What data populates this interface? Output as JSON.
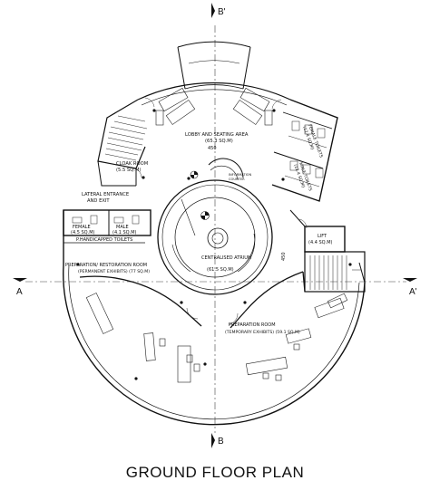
{
  "drawing": {
    "title": "GROUND FLOOR PLAN",
    "section_marks": {
      "top": "B'",
      "bottom": "B",
      "left": "A",
      "right": "A'"
    },
    "dimension_labels": [
      "450",
      "450"
    ],
    "rooms": [
      {
        "id": "lobby",
        "name": "LOBBY AND SEATING AREA",
        "area": "(65.3 SQ.M)"
      },
      {
        "id": "cloak",
        "name": "CLOAK ROOM",
        "area": "(5.5 SQ.M)"
      },
      {
        "id": "female-toilet-right",
        "name": "FEMALE TOILETS",
        "area": "(12.4 SQ.M)"
      },
      {
        "id": "male-toilet-right",
        "name": "MALE TOILETS",
        "area": "(12.4 SQ.M)"
      },
      {
        "id": "information",
        "name": "INFORMATION",
        "area": "COUNTER"
      },
      {
        "id": "lateral",
        "name": "LATERAL ENTRANCE",
        "area": "AND EXIT"
      },
      {
        "id": "female-small",
        "name": "FEMALE",
        "area": "(4.5 SQ.M)"
      },
      {
        "id": "male-small",
        "name": "MALE",
        "area": "(4.1 SQ.M)"
      },
      {
        "id": "handicapped",
        "name": "P.HANDICAPPED TOILETS",
        "area": ""
      },
      {
        "id": "lift",
        "name": "LIFT",
        "area": "(4.4 SQ.M)"
      },
      {
        "id": "atrium",
        "name": "CENTRALISED ATRIUM",
        "area": "(61.5 SQ.M)"
      },
      {
        "id": "prep-restoration",
        "name": "PREPARATION/ RESTORATION ROOM",
        "area": "(PERMANENT EXHIBITS) (77 SQ.M)"
      },
      {
        "id": "prep-room",
        "name": "PREPARATION ROOM",
        "area": "(TEMPORARY EXHIBITS) (59.1 SQ.M)"
      }
    ]
  }
}
